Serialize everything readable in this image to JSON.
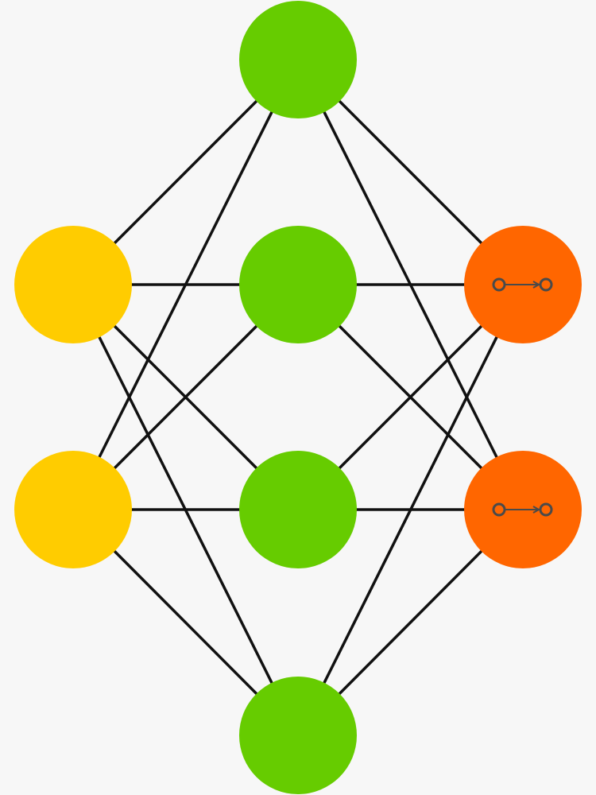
{
  "colors": {
    "background": "#f7f7f7",
    "edge": "#111111",
    "input_node": "#ffcc00",
    "hidden_node": "#66cc00",
    "output_node": "#ff6600",
    "output_icon": "#4a4a4a"
  },
  "layers": [
    {
      "name": "input",
      "role": "input",
      "count": 2
    },
    {
      "name": "hidden",
      "role": "hidden",
      "count": 4
    },
    {
      "name": "output",
      "role": "output",
      "count": 2
    }
  ],
  "connections": "fully-connected",
  "output_icon": "node-arrow-node-icon"
}
